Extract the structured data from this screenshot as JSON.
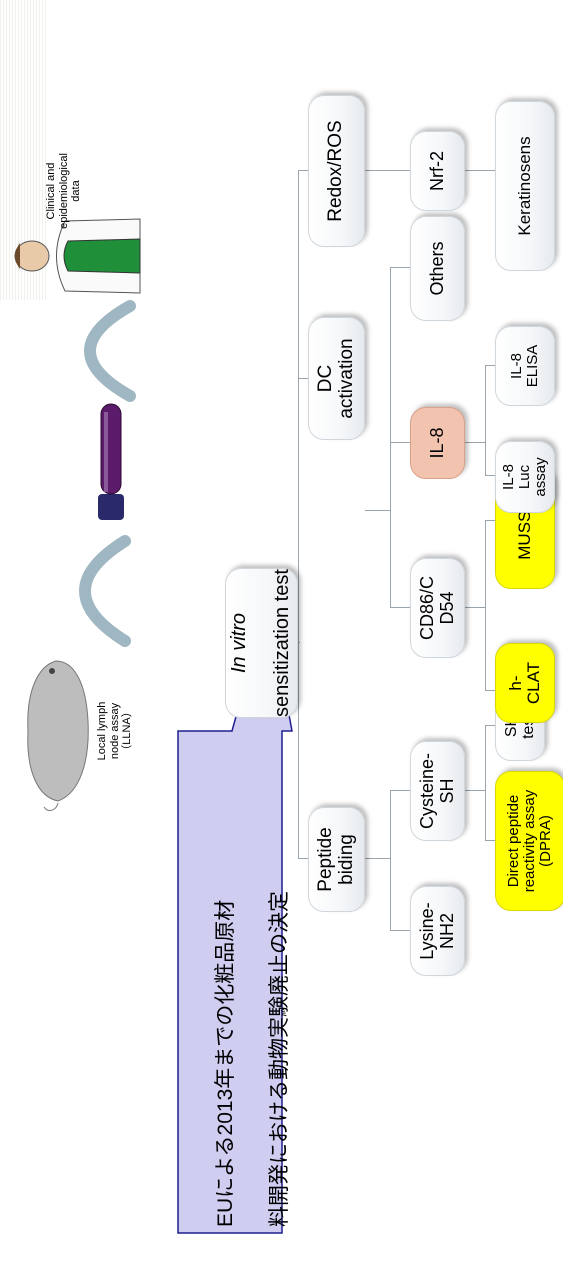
{
  "callout": {
    "line1": "EUによる2013年までの化粧品原材",
    "line2": "料開発における動物実験廃止の決定"
  },
  "illustrations": {
    "llna_caption": "Local lymph\nnode assay\n（LLNA）",
    "clinical_caption": "Clinical and\nepidemiological\ndata"
  },
  "tree": {
    "root": "sensitization test",
    "root_italic": "In vitro",
    "branches": {
      "peptide": "Peptide\nbiding",
      "dc": "DC\nactivation",
      "redox": "Redox/ROS"
    },
    "peptide_children": {
      "lysine": "Lysine-\nNH2",
      "cysteine": "Cysteine-\nSH"
    },
    "cysteine_children": {
      "dpra": "Direct peptide\nreactivity assay\n(DPRA)",
      "sh_test": "SH\ntest"
    },
    "dc_children": {
      "cd86": "CD86/C\nD54",
      "il8": "IL-8",
      "others": "Others"
    },
    "cd86_children": {
      "hclat": "h-\nCLAT",
      "musst": "MUSST"
    },
    "il8_children": {
      "luc": "IL-8\nLuc\nassay",
      "elisa": "IL-8\nELISA"
    },
    "redox_children": {
      "nrf2": "Nrf-2"
    },
    "nrf2_children": {
      "keratinosens": "Keratinosens"
    }
  },
  "colors": {
    "highlight_yellow": "#ffff00",
    "highlight_salmon": "#f2c4b0",
    "callout_fill": "#cfcdf0",
    "callout_border": "#1f1f8f",
    "connector": "#9aa4ac",
    "tube_purple": "#5b1a6a"
  }
}
